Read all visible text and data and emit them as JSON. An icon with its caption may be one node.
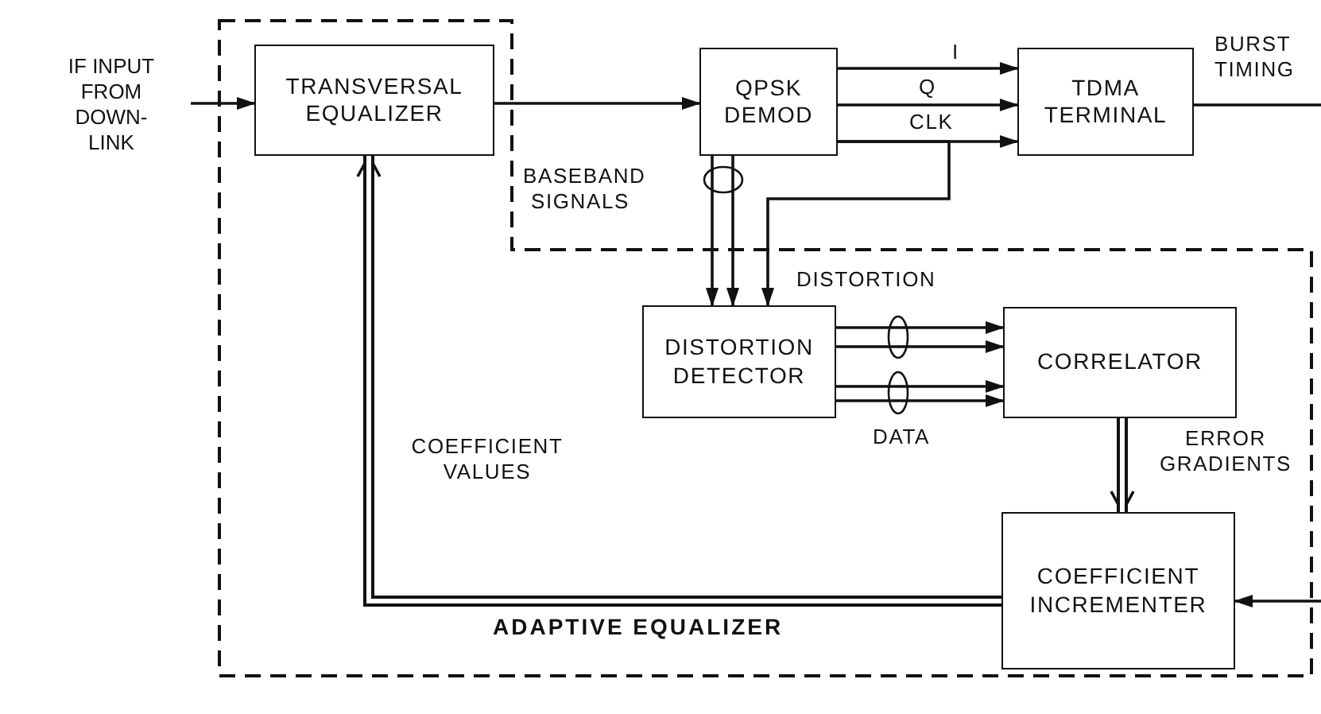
{
  "diagram": {
    "nodes": [
      {
        "text": [
          "ADAPTIVE EQUALIZER"
        ]
      },
      {
        "text": [
          "TRANSVERSAL EQUALIZER"
        ],
        "in": 0
      },
      {
        "text": [
          "QPSK DEMOD"
        ]
      },
      {
        "text": [
          "TDMA TERMINAL"
        ]
      },
      {
        "text": [
          "DISTORTION DETECTOR"
        ],
        "in": 0
      },
      {
        "text": [
          "CORRELATOR"
        ],
        "in": 0
      },
      {
        "text": [
          "COEFFICIENT INCREMENTER"
        ],
        "in": 0
      },
      {
        "text": [
          "IF INPUT FROM DOWN-LINK"
        ]
      }
    ],
    "edges": [
      {
        "from": 7,
        "to": 1,
        "arrow": "to"
      },
      {
        "from": 1,
        "to": 2,
        "arrow": "to"
      },
      {
        "from": 2,
        "to": 3,
        "arrow": "to",
        "label": "I"
      },
      {
        "from": 2,
        "to": 3,
        "arrow": "to",
        "label": "Q"
      },
      {
        "from": 2,
        "to": 3,
        "arrow": "to",
        "label": "CLK"
      },
      {
        "from": 2,
        "to": 4,
        "arrow": "to",
        "label": "BASEBAND SIGNALS"
      },
      {
        "from": 2,
        "to": 4,
        "arrow": "to"
      },
      {
        "from": 2,
        "to": 4,
        "arrow": "to"
      },
      {
        "from": 4,
        "to": 5,
        "arrow": "to",
        "label": "DISTORTION"
      },
      {
        "from": 4,
        "to": 5,
        "arrow": "to"
      },
      {
        "from": 4,
        "to": 5,
        "arrow": "to",
        "label": "DATA"
      },
      {
        "from": 4,
        "to": 5,
        "arrow": "to"
      },
      {
        "from": 5,
        "to": 6,
        "arrow": "to",
        "label": "ERROR GRADIENTS",
        "style": "thick"
      },
      {
        "from": 6,
        "to": 1,
        "arrow": "to",
        "label": "COEFFICIENT VALUES",
        "style": "thick"
      },
      {
        "from": null,
        "to": 6,
        "arrow": "to"
      },
      {
        "from": 3,
        "to": null,
        "arrow": "none",
        "label": "BURST TIMING"
      }
    ]
  }
}
